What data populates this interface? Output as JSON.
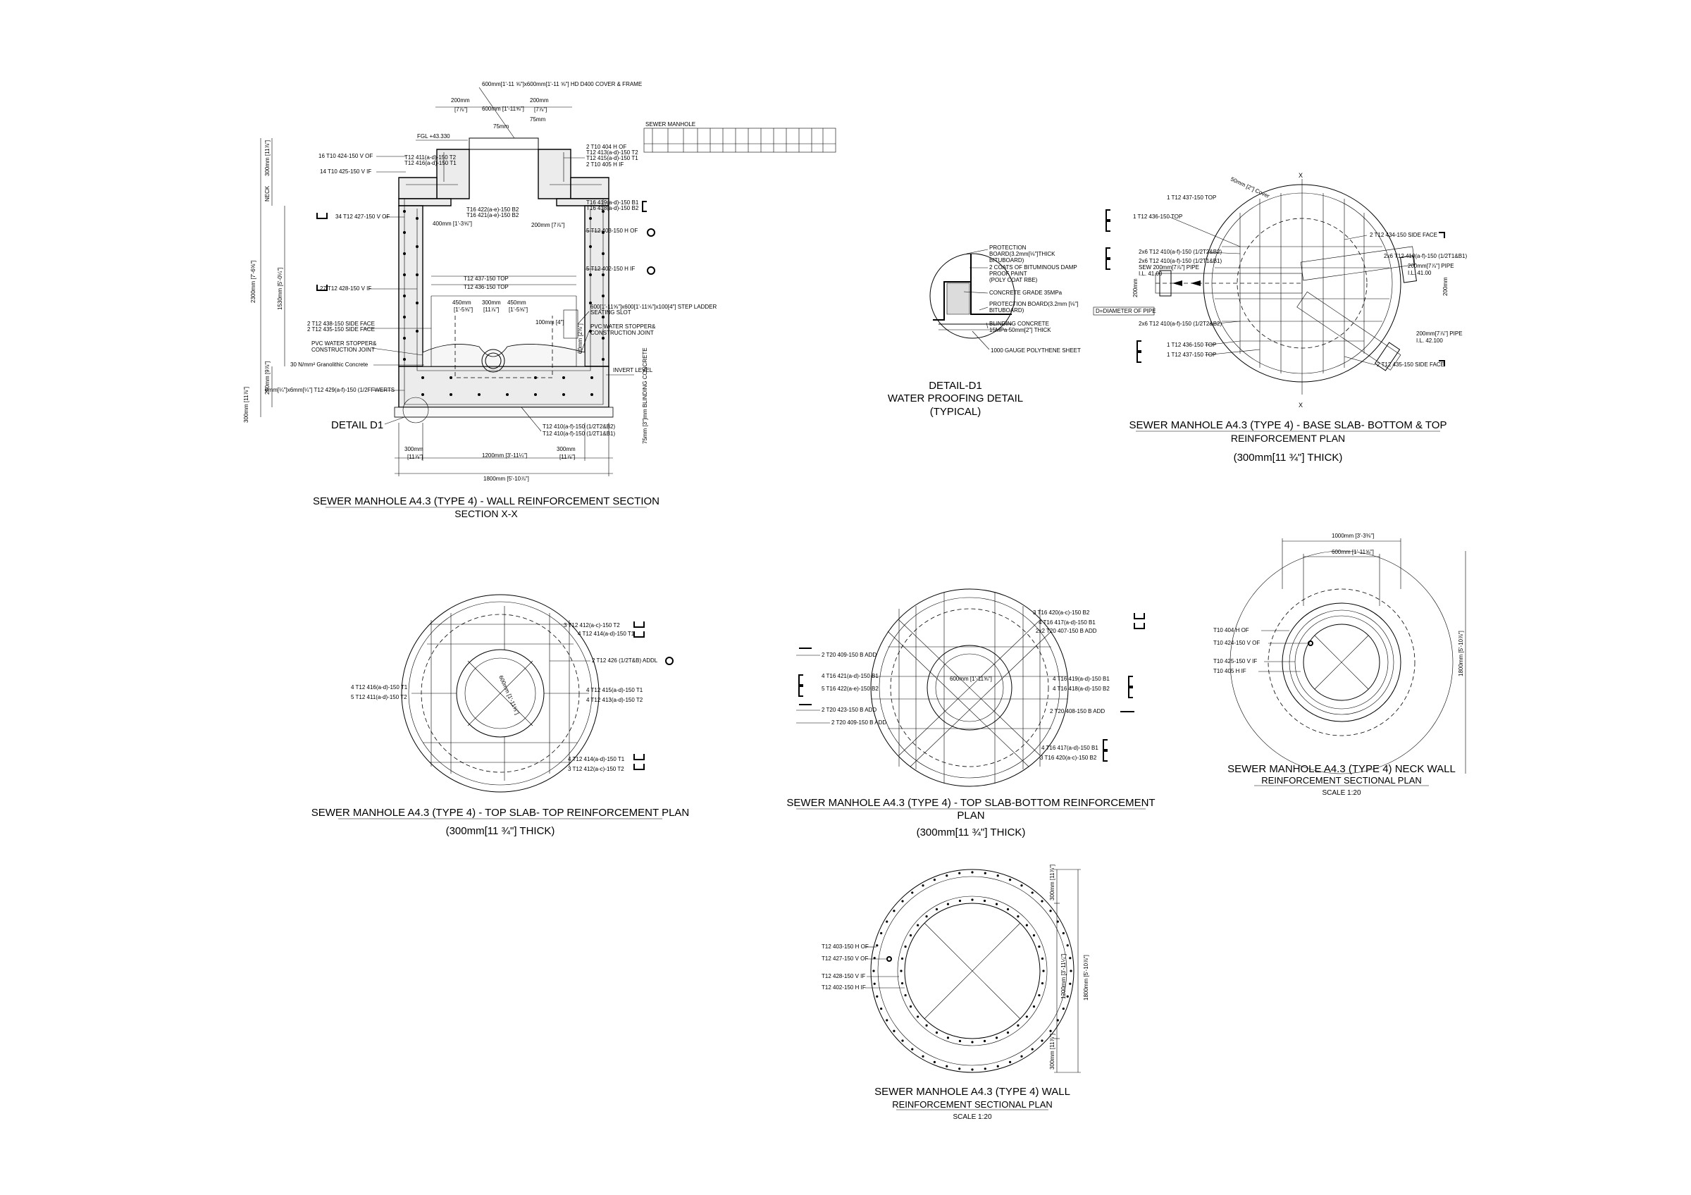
{
  "section": {
    "cover_label": "600mm[1'-11 ⅝\"]x600mm[1'-11 ⅝\"] HD D400 COVER & FRAME",
    "dim_200_left": "200mm",
    "dim_8_left": "[7⅞\"]",
    "dim_600": "600mm [1'-11⅝\"]",
    "dim_200_right": "200mm",
    "dim_8_right": "[7⅞\"]",
    "dim_75a": "75mm",
    "dim_75b": "75mm",
    "fgl": "FGL +43.330",
    "neck_dim": "300mm [11⅞\"]",
    "neck_label": "NECK",
    "left_labels": [
      "16 T10 424-150 V OF",
      "14 T10 425-150 V IF",
      "34 T12 427-150 V OF",
      "27 T12 428-150 V IF",
      "2 T12 438-150 SIDE FACE",
      "2 T12 435-150 SIDE FACE",
      "PVC WATER STOPPER&",
      "CONSTRUCTION JOINT",
      "30 N/mm² Granolithic Concrete",
      "6mm[¼\"]x6mm[¼\"] T12 429(a-f)-150 (1/2FFWERTS"
    ],
    "right_labels": [
      "2 T10 404 H OF",
      "T12 413(a-d)-150 T2",
      "T12 415(a-d)-150 T1",
      "2 T10 405 H IF",
      "T16 419(a-d)-150 B1",
      "T16 418(a-d)-150 B2",
      "5 T12 403-150 H OF",
      "5 T12 402-150 H IF",
      "600[1'-11⅝\"]x600[1'-11⅝\"]x100[4\"] STEP LADDER",
      "SEATING SLOT",
      "PVC WATER STOPPER&",
      "CONSTRUCTION JOINT",
      "T12 410(a-f)-150 (1/2T2&B2)",
      "T12 410(a-f)-150 (1/2T1&B1)"
    ],
    "inner_labels": [
      "T12 411(a-d)-150 T2",
      "T12 416(a-d)-150 T1",
      "T16 422(a-e)-150 B2",
      "T16 421(a-e)-150 B2",
      "400mm [1'-3⅝\"]",
      "200mm [7⅞\"]",
      "T12 437-150 TOP",
      "T12 436-150 TOP",
      "450mm",
      "300mm",
      "450mm",
      "[1'-5⅝\"]",
      "[11⅞\"]",
      "[1'-5⅝\"]",
      "100mm [4\"]",
      "60mm [2⅜\"]"
    ],
    "height_total": "2300mm [7'-6⅝\"]",
    "height_wall": "1530mm [5'-0¼\"]",
    "height_base": "250mm [9⅞\"]",
    "height_blind": "300mm [11⅞\"]",
    "blinding": "75mm [3\"]mm BLINDING CONCRETE",
    "invert": "INVERT LEVEL",
    "bottom_dims": [
      "300mm",
      "[11⅞\"]",
      "1200mm [3'-11¼\"]",
      "300mm",
      "[11⅞\"]",
      "1800mm [5'-10⅞\"]"
    ],
    "detail_callout": "DETAIL D1",
    "title": "SEWER MANHOLE A4.3 (TYPE 4) - WALL REINFORCEMENT SECTION",
    "subtitle": "SECTION X-X"
  },
  "schedule": {
    "caption": "SEWER MANHOLE"
  },
  "detail": {
    "labels": [
      "PROTECTION",
      "BOARD(3.2mm[⅛\"]THICK",
      "BITUBOARD)",
      "2 COATS OF BITUMINOUS DAMP",
      "PROOF PAINT",
      "(POLY COAT RBE)",
      "CONCRETE GRADE 35MPa",
      "PROTECTION BOARD(3.2mm [⅛\"]",
      "BITUBOARD)",
      "BLINDING CONCRETE",
      "15MPa 50mm[2\"] THICK",
      "1000 GAUGE POLYTHENE SHEET"
    ],
    "title1": "DETAIL-D1",
    "title2": "WATER PROOFING DETAIL",
    "title3": "(TYPICAL)"
  },
  "base_plan": {
    "labels": [
      "1 T12 437-150 TOP",
      "1 T12 436-150 TOP",
      "2 T12 434-150 SIDE FACE",
      "2x6 T12 410(a-f)-150 (1/2T1&B1)",
      "2x6 T12 410(a-f)-150 (1/2T2&B2)",
      "2x6 T12 410(a-f)-150 (1/2T1&B1)",
      "SEW 200mm[7⅞\"] PIPE",
      "I.L. 41.00",
      "D=DIAMETER OF PIPE",
      "2x6 T12 410(a-f)-150 (1/2T2&B2)",
      "1 T12 436-150 TOP",
      "1 T12 437-150 TOP",
      "2 T12 435-150 SIDE FACE",
      "200mm[7⅞\"] PIPE",
      "I.L. 42.100",
      "200mm[7⅞\"] PIPE",
      "I.L. 41.00",
      "50mm [2\"] Cover",
      "200mm",
      "200mm"
    ],
    "x_mark": "X",
    "title": "SEWER MANHOLE A4.3 (TYPE 4) - BASE SLAB- BOTTOM & TOP",
    "subtitle": "REINFORCEMENT PLAN",
    "thick": "(300mm[11 ¾\"] THICK)"
  },
  "top_plan": {
    "labels_right": [
      "3 T12 412(a-c)-150 T2",
      "4 T12 414(a-d)-150 T1",
      "2 T12 426 (1/2T&B) ADDL",
      "4 T12 415(a-d)-150 T1",
      "4 T12 413(a-d)-150 T2",
      "4 T12 414(a-d)-150 T1",
      "3 T12 412(a-c)-150 T2"
    ],
    "labels_left": [
      "4 T12 416(a-d)-150 T1",
      "5 T12 411(a-d)-150 T2"
    ],
    "opening_dim": "600mm [1'-11⅝\"]",
    "title": "SEWER MANHOLE A4.3 (TYPE 4) - TOP SLAB- TOP REINFORCEMENT PLAN",
    "thick": "(300mm[11 ¾\"] THICK)"
  },
  "bottom_plan": {
    "labels_left": [
      "2 T20 409-150 B ADD",
      "4 T16 421(a-d)-150 B1",
      "5 T16 422(a-e)-150 B2",
      "2 T20 423-150 B ADD",
      "2 T20 409-150 B ADD"
    ],
    "labels_right": [
      "3 T16 420(a-c)-150 B2",
      "4 T16 417(a-d)-150 B1",
      "2x2 T20 407-150 B ADD",
      "4 T16 419(a-d)-150 B1",
      "4 T16 418(a-d)-150 B2",
      "2 T20 408-150 B ADD",
      "4 T16 417(a-d)-150 B1",
      "3 T16 420(a-c)-150 B2"
    ],
    "opening_dim": "600mm [1'-11⅝\"]",
    "title": "SEWER MANHOLE A4.3 (TYPE 4) - TOP SLAB-BOTTOM REINFORCEMENT",
    "title2": "PLAN",
    "thick": "(300mm[11 ¾\"] THICK)"
  },
  "neck_plan": {
    "dim_outer": "1000mm [3'-3⅜\"]",
    "dim_inner": "600mm [1'-11⅝\"]",
    "dim_vert": "1800mm [5'-10⅞\"]",
    "labels": [
      "T10 404 H OF",
      "T10 424-150 V OF",
      "T10 425-150 V IF",
      "T10 405 H IF"
    ],
    "title": "SEWER MANHOLE A4.3 (TYPE 4) NECK WALL",
    "subtitle": "REINFORCEMENT SECTIONAL PLAN",
    "scale": "SCALE 1:20"
  },
  "wall_plan": {
    "labels": [
      "T12 403-150 H OF",
      "T12 427-150 V OF",
      "T12 428-150 V IF",
      "T12 402-150 H IF"
    ],
    "dim_top": "300mm [11⅞\"]",
    "dim_mid": "1200mm [3'-11¼\"]",
    "dim_full": "1800mm [5'-10⅞\"]",
    "dim_bottom": "300mm [11⅞\"]",
    "title": "SEWER MANHOLE A4.3 (TYPE 4) WALL",
    "subtitle": "REINFORCEMENT SECTIONAL PLAN",
    "scale": "SCALE 1:20"
  }
}
